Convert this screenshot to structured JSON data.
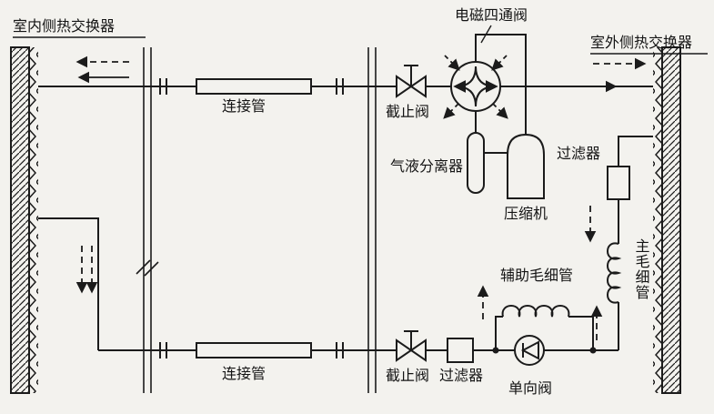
{
  "figure": {
    "type": "heat-pump refrigeration circuit schematic",
    "background": "#f3f2ee",
    "line_color": "#1b1b1b",
    "text_color": "#141414"
  },
  "labels": {
    "indoor_hx": "室内侧热交换器",
    "outdoor_hx": "室外侧热交换器",
    "connecting_pipe_top": "连接管",
    "connecting_pipe_bottom": "连接管",
    "stop_valve_top": "截止阀",
    "stop_valve_bottom": "截止阀",
    "four_way_valve": "电磁四通阀",
    "gas_liquid_separator": "气液分离器",
    "compressor": "压缩机",
    "filter_right": "过滤器",
    "filter_bottom": "过滤器",
    "main_capillary": "主毛细管",
    "aux_capillary": "辅助毛细管",
    "check_valve": "单向阀"
  }
}
